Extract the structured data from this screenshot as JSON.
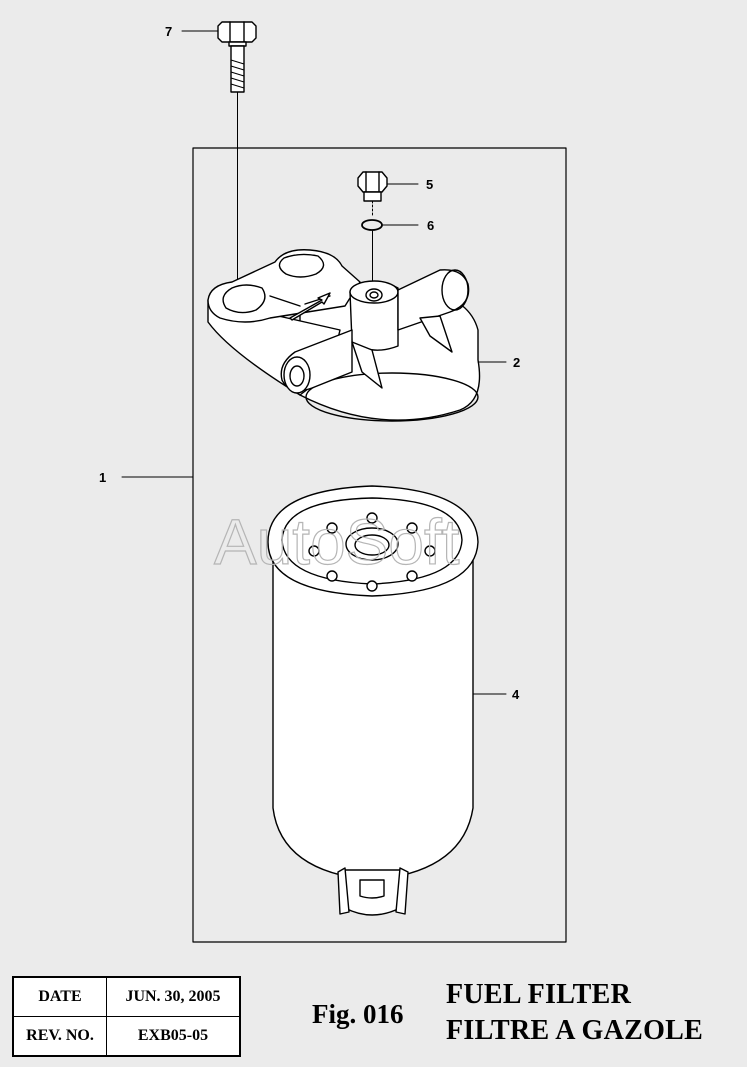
{
  "callouts": {
    "c1": "1",
    "c2": "2",
    "c4": "4",
    "c5": "5",
    "c6": "6",
    "c7": "7"
  },
  "watermark": "AutoSoft",
  "table": {
    "date_label": "DATE",
    "date_value": "JUN. 30, 2005",
    "rev_label": "REV. NO.",
    "rev_value": "EXB05-05"
  },
  "figure": "Fig. 016",
  "title_en": "FUEL FILTER",
  "title_fr": "FILTRE A GAZOLE"
}
